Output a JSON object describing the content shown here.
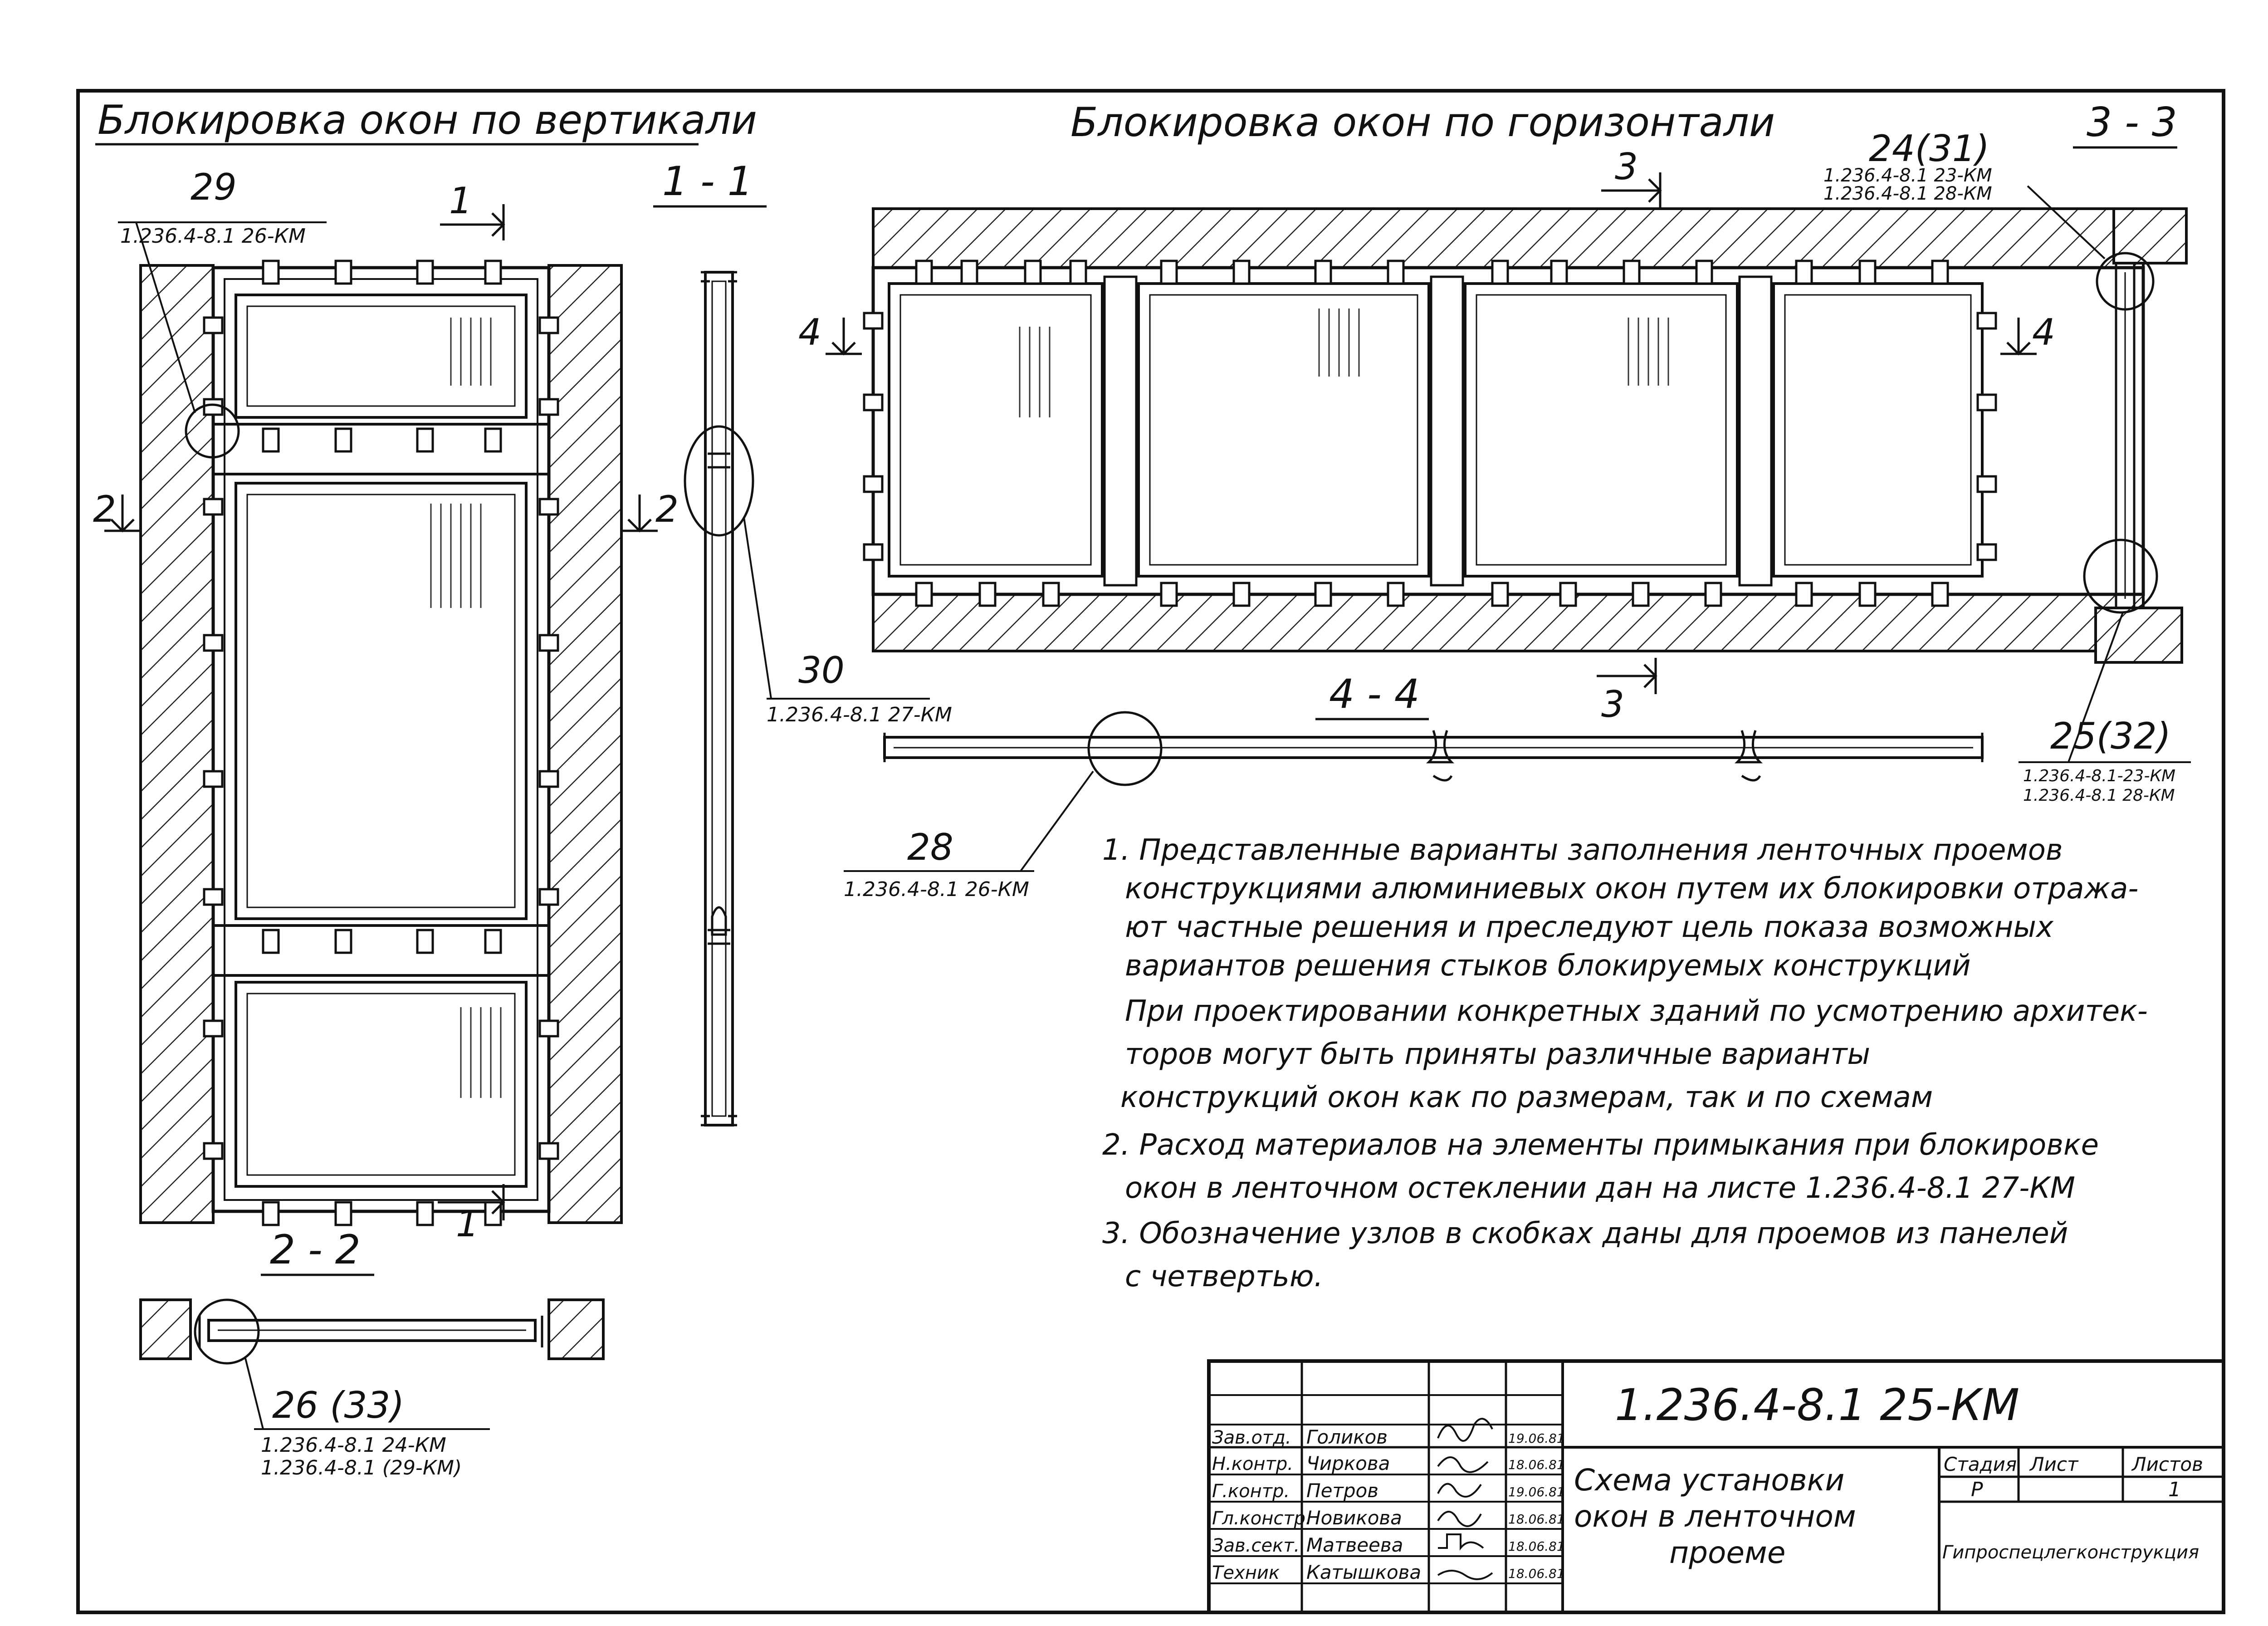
{
  "headings": {
    "vertical": "Блокировка окон по вертикали",
    "horizontal": "Блокировка окон по горизонтали"
  },
  "sections": {
    "s11": "1 - 1",
    "s22": "2 - 2",
    "s33": "3 - 3",
    "s44": "4 - 4"
  },
  "cut_marks": {
    "one": "1",
    "two": "2",
    "three": "3",
    "four": "4"
  },
  "callouts": {
    "c29": {
      "num": "29",
      "ref": "1.236.4-8.1 26-КМ"
    },
    "c30": {
      "num": "30",
      "ref": "1.236.4-8.1 27-КМ"
    },
    "c28": {
      "num": "28",
      "ref": "1.236.4-8.1 26-КМ"
    },
    "c24": {
      "num": "24(31)",
      "ref1": "1.236.4-8.1 23-КМ",
      "ref2": "1.236.4-8.1 28-КМ"
    },
    "c25": {
      "num": "25(32)",
      "ref1": "1.236.4-8.1-23-КМ",
      "ref2": "1.236.4-8.1 28-КМ"
    },
    "c26": {
      "num": "26 (33)",
      "ref1": "1.236.4-8.1 24-КМ",
      "ref2": "1.236.4-8.1 (29-КМ)"
    }
  },
  "notes": [
    "1. Представленные варианты заполнения ленточных проемов",
    "конструкциями алюминиевых окон путем их блокировки отража-",
    "ют частные решения и преследуют цель показа возможных",
    "вариантов решения стыков блокируемых конструкций",
    "При проектировании конкретных зданий по усмотрению архитек-",
    "торов могут быть приняты различные варианты",
    "конструкций окон как по размерам, так и по схемам",
    "2. Расход материалов на элементы примыкания при блокировке",
    "окон в ленточном остеклении дан на листе 1.236.4-8.1 27-КМ",
    "3. Обозначение узлов в скобках даны для проемов из панелей",
    "с четвертью."
  ],
  "title_block": {
    "code": "1.236.4-8.1 25-КМ",
    "title_lines": [
      "Схема установки",
      "окон в ленточном",
      "проеме"
    ],
    "headers": {
      "stage": "Стадия",
      "sheet": "Лист",
      "sheets": "Листов"
    },
    "values": {
      "stage": "Р",
      "sheet": "",
      "sheets": "1"
    },
    "organization": "Гипроспецлегконструкция",
    "staff": [
      {
        "role": "Зав.отд.",
        "name": "Голиков",
        "date": "19.06.81"
      },
      {
        "role": "Н.контр.",
        "name": "Чиркова",
        "date": "18.06.81"
      },
      {
        "role": "Г.контр.",
        "name": "Петров",
        "date": "19.06.81"
      },
      {
        "role": "Гл.констр.",
        "name": "Новикова",
        "date": "18.06.81"
      },
      {
        "role": "Зав.сект.",
        "name": "Матвеева",
        "date": "18.06.81"
      },
      {
        "role": "Техник",
        "name": "Катышкова",
        "date": "18.06.81"
      }
    ]
  }
}
